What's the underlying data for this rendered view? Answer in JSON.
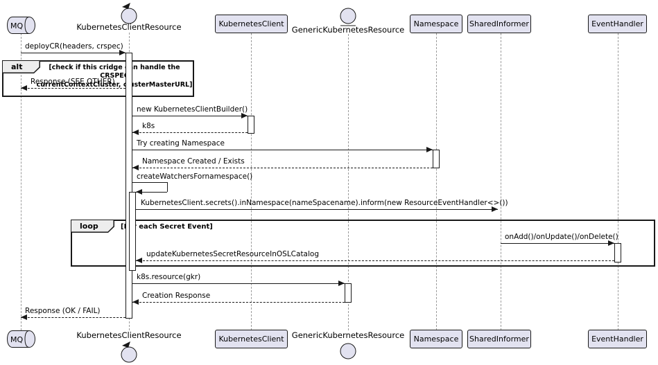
{
  "colors": {
    "participant_fill": "#E2E2F0",
    "participant_border": "#181818",
    "lifeline": "#9A9A9A",
    "fragment_border": "#181818",
    "fragment_header_fill": "#EDEDED",
    "activation_fill": "#FFFFFF"
  },
  "participants": [
    {
      "name": "MQ",
      "type": "queue"
    },
    {
      "name": "KubernetesClientResource",
      "type": "control"
    },
    {
      "name": "KubernetesClient",
      "type": "participant"
    },
    {
      "name": "GenericKubernetesResource",
      "type": "entity"
    },
    {
      "name": "Namespace",
      "type": "participant"
    },
    {
      "name": "SharedInformer",
      "type": "participant"
    },
    {
      "name": "EventHandler",
      "type": "participant"
    }
  ],
  "fragments": {
    "alt": {
      "operator": "alt",
      "guard": "[check if this cridge can handle the CRSPEC\ncurrentContextCluster, clusterMasterURL]"
    },
    "loop": {
      "operator": "loop",
      "guard": "[For each Secret Event]"
    }
  },
  "messages": {
    "deploy_cr": "deployCR(headers, crspec)",
    "response_see_other": "Response (SEE OTHER)",
    "new_builder": "new KubernetesClientBuilder()",
    "k8s_return": "k8s",
    "try_namespace": "Try creating Namespace",
    "namespace_created": "Namespace Created / Exists",
    "create_watchers": "createWatchersFornamespace()",
    "inform_secrets": "KubernetesClient.secrets().inNamespace(nameSpacename).inform(new ResourceEventHandler<>())",
    "on_events": "onAdd()/onUpdate()/onDelete()",
    "update_catalog": "updateKubernetesSecretResourceInOSLCatalog",
    "k8s_resource": "k8s.resource(gkr)",
    "creation_response": "Creation Response",
    "response_ok_fail": "Response (OK / FAIL)"
  }
}
